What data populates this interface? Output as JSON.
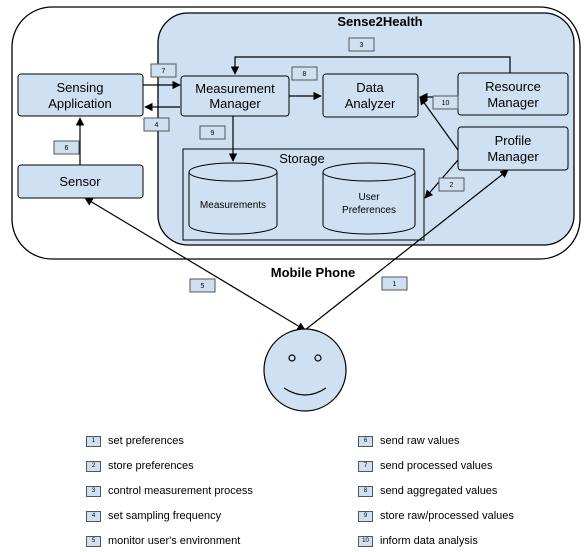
{
  "title": "Sense2Health",
  "container_label": "Mobile Phone",
  "components": {
    "sensing_application": [
      "Sensing",
      "Application"
    ],
    "sensor": "Sensor",
    "measurement_manager": [
      "Measurement",
      "Manager"
    ],
    "data_analyzer": [
      "Data",
      "Analyzer"
    ],
    "resource_manager": [
      "Resource",
      "Manager"
    ],
    "profile_manager": [
      "Profile",
      "Manager"
    ],
    "storage": "Storage",
    "measurements": "Measurements",
    "user_preferences": [
      "User",
      "Preferences"
    ]
  },
  "step_badges": [
    "1",
    "2",
    "3",
    "4",
    "5",
    "6",
    "7",
    "8",
    "9",
    "10"
  ],
  "legend": [
    {
      "num": "1",
      "text": "set preferences"
    },
    {
      "num": "2",
      "text": "store preferences"
    },
    {
      "num": "3",
      "text": "control measurement process"
    },
    {
      "num": "4",
      "text": "set sampling frequency"
    },
    {
      "num": "5",
      "text": "monitor user's environment"
    },
    {
      "num": "6",
      "text": "send raw values"
    },
    {
      "num": "7",
      "text": "send processed values"
    },
    {
      "num": "8",
      "text": "send aggregated values"
    },
    {
      "num": "9",
      "text": "store raw/processed values"
    },
    {
      "num": "10",
      "text": "inform data analysis"
    }
  ],
  "colors": {
    "box_fill": "#cfe0f3",
    "border": "#000000",
    "badge_fill": "#cfe0f3"
  }
}
